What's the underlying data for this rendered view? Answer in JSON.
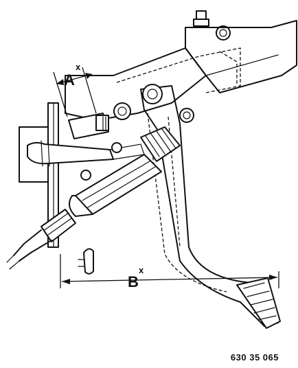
{
  "diagram": {
    "dimension_a": {
      "letter": "A",
      "mark": "x"
    },
    "dimension_b": {
      "letter": "B",
      "mark": "x"
    },
    "reference_number": "630 35 065"
  }
}
